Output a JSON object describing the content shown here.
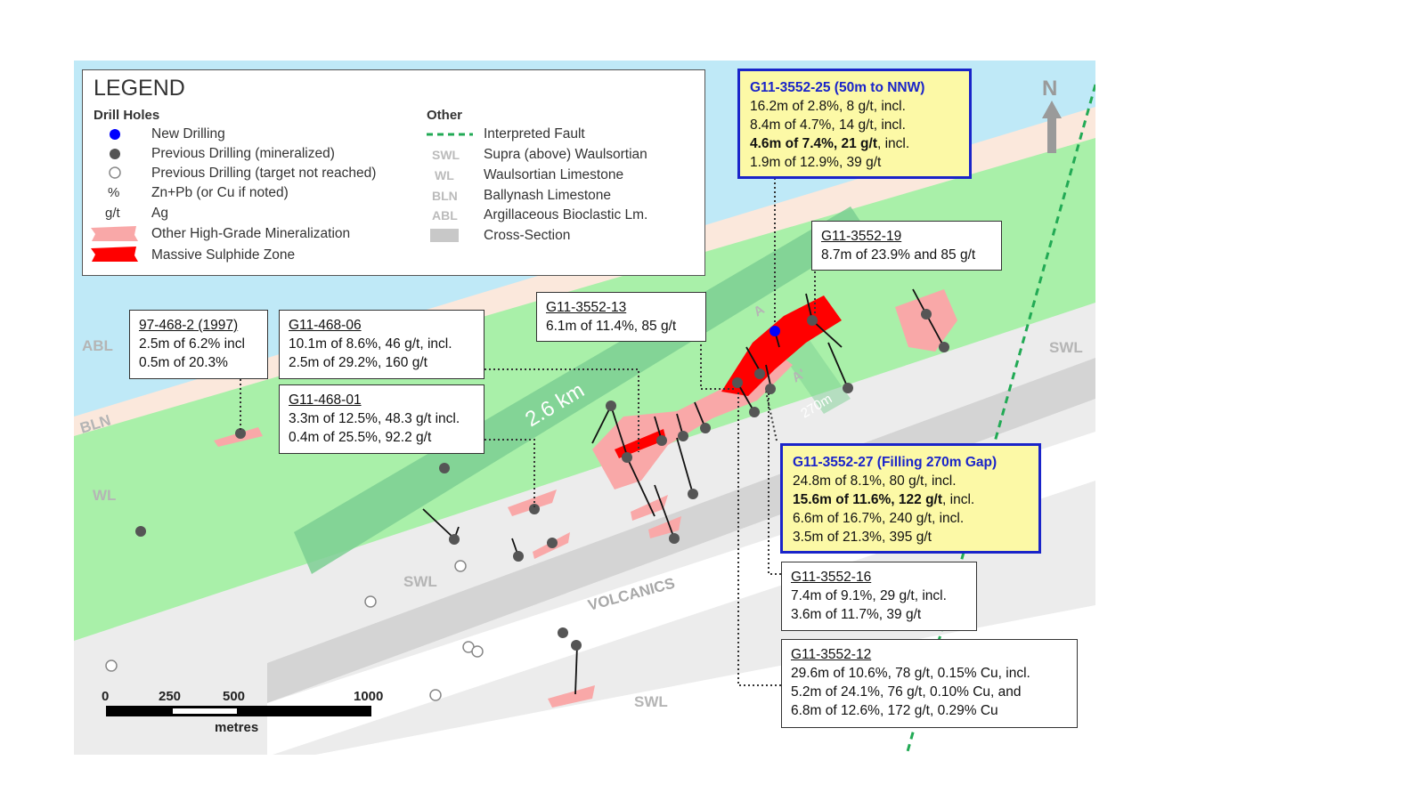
{
  "colors": {
    "abl": "#bfe9f7",
    "bln": "#fbe8dc",
    "wl": "#a9f0a9",
    "swl": "#ececec",
    "volcanics": "#d4d4d4",
    "cross_section": "#7dcf93",
    "massive": "#ff0000",
    "high_grade": "#f9a8a8",
    "fault": "#22aa55",
    "new_drill": "#0000ff",
    "prev_drill": "#555555",
    "highlight_fill": "#fcf9a6",
    "highlight_border": "#1a24c9"
  },
  "legend": {
    "title": "LEGEND",
    "drill_header": "Drill Holes",
    "other_header": "Other",
    "drill_items": [
      {
        "icon": "new-drill-dot-icon",
        "label": "New Drilling"
      },
      {
        "icon": "previous-drill-dot-icon",
        "label": "Previous Drilling (mineralized)"
      },
      {
        "icon": "empty-circle-icon",
        "label": "Previous Drilling (target not reached)"
      },
      {
        "symbol": "%",
        "label": "Zn+Pb (or Cu if noted)"
      },
      {
        "symbol": "g/t",
        "label": "Ag"
      },
      {
        "icon": "high-grade-swatch-icon",
        "label": "Other High-Grade Mineralization"
      },
      {
        "icon": "massive-sulphide-swatch-icon",
        "label": "Massive Sulphide Zone"
      }
    ],
    "other_items": [
      {
        "icon": "fault-line-icon",
        "label": "Interpreted Fault"
      },
      {
        "abbr": "SWL",
        "label": "Supra (above) Waulsortian"
      },
      {
        "abbr": "WL",
        "label": "Waulsortian Limestone"
      },
      {
        "abbr": "BLN",
        "label": "Ballynash Limestone"
      },
      {
        "abbr": "ABL",
        "label": "Argillaceous Bioclastic Lm."
      },
      {
        "icon": "cross-section-swatch-icon",
        "label": "Cross-Section"
      }
    ]
  },
  "map_labels": {
    "abl": "ABL",
    "bln": "BLN",
    "wl": "WL",
    "swl_left": "SWL",
    "swl_bottom": "SWL",
    "swl_right": "SWL",
    "volcanics": "VOLCANICS",
    "length": "2.6 km",
    "gap": "270m",
    "section_a": "A",
    "section_a_prime": "A'",
    "north": "N"
  },
  "scale": {
    "ticks": [
      "0",
      "250",
      "500",
      "1000"
    ],
    "unit": "metres"
  },
  "boxes": {
    "b97": {
      "title": "97-468-2 (1997)",
      "lines": [
        "2.5m of 6.2% incl",
        "0.5m of 20.3%"
      ]
    },
    "b06": {
      "title": "G11-468-06",
      "lines": [
        "10.1m of 8.6%, 46 g/t, incl.",
        "2.5m of 29.2%, 160 g/t"
      ]
    },
    "b01": {
      "title": "G11-468-01",
      "lines": [
        "3.3m of 12.5%, 48.3 g/t incl.",
        "0.4m of 25.5%, 92.2 g/t"
      ]
    },
    "b13": {
      "title": "G11-3552-13",
      "lines": [
        "6.1m of 11.4%, 85 g/t"
      ]
    },
    "b25": {
      "title": "G11-3552-25 (50m to NNW)",
      "lines": [
        "16.2m of 2.8%, 8 g/t, incl.",
        "8.4m of 4.7%, 14 g/t, incl."
      ],
      "bold_line": "4.6m of 7.4%, 21 g/t",
      "bold_suffix": ", incl.",
      "last_line": "1.9m of 12.9%, 39 g/t"
    },
    "b19": {
      "title": "G11-3552-19",
      "lines": [
        "8.7m of 23.9% and 85 g/t"
      ]
    },
    "b27": {
      "title": "G11-3552-27 (Filling 270m Gap)",
      "lines": [
        "24.8m of 8.1%, 80 g/t, incl."
      ],
      "bold_line": "15.6m of 11.6%, 122 g/t",
      "bold_suffix": ", incl.",
      "tail_lines": [
        "6.6m of 16.7%, 240 g/t, incl.",
        "3.5m of 21.3%, 395 g/t"
      ]
    },
    "b16": {
      "title": "G11-3552-16",
      "lines": [
        "7.4m of 9.1%, 29 g/t, incl.",
        "3.6m of 11.7%, 39 g/t"
      ]
    },
    "b12": {
      "title": "G11-3552-12",
      "lines": [
        "29.6m of 10.6%, 78 g/t, 0.15% Cu, incl.",
        "5.2m of 24.1%, 76 g/t, 0.10% Cu, and",
        "6.8m of 12.6%, 172 g/t, 0.29% Cu"
      ]
    }
  }
}
